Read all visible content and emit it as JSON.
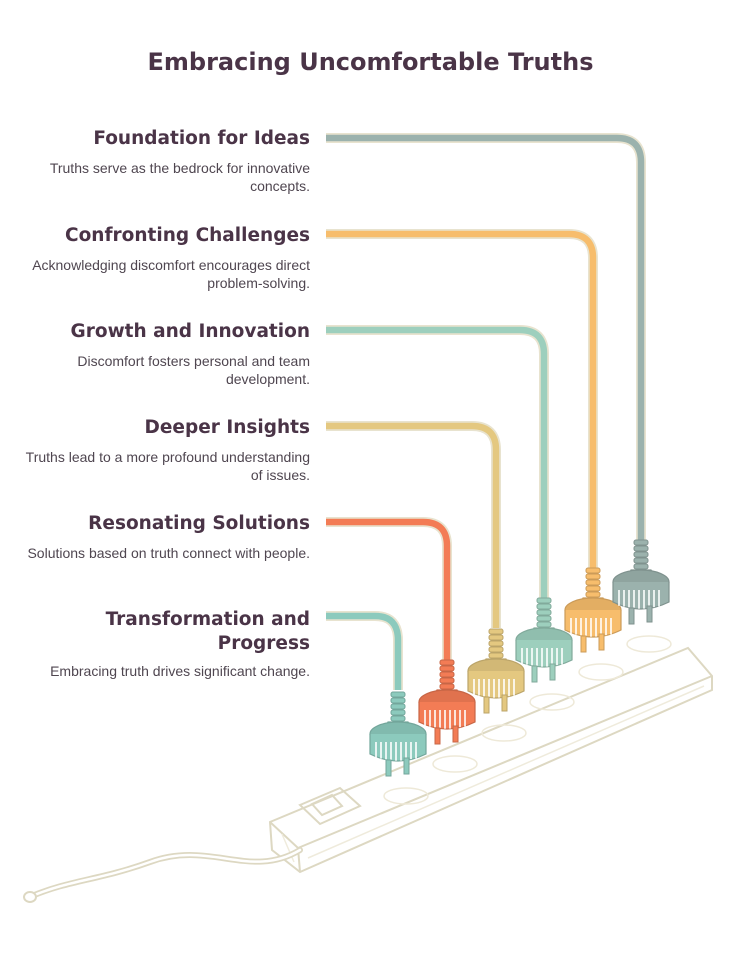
{
  "title": "Embracing Uncomfortable Truths",
  "items": [
    {
      "heading": "Foundation for Ideas",
      "text": "Truths serve as the bedrock for innovative concepts.",
      "color": "#9bb2ad"
    },
    {
      "heading": "Confronting Challenges",
      "text": "Acknowledging discomfort encourages direct problem-solving.",
      "color": "#f7bd6c"
    },
    {
      "heading": "Growth and Innovation",
      "text": "Discomfort fosters personal and team development.",
      "color": "#9dcfbd"
    },
    {
      "heading": "Deeper Insights",
      "text": "Truths lead to a more profound understanding of issues.",
      "color": "#e4c880"
    },
    {
      "heading": "Resonating Solutions",
      "text": "Solutions based on truth connect with people.",
      "color": "#f37c55"
    },
    {
      "heading": "Transformation and Progress",
      "text": "Embracing truth drives significant change.",
      "color": "#8ccabd"
    }
  ],
  "illustration": {
    "strip_color": "#ece8d7",
    "icons": [
      "power-strip-icon",
      "power-plug-icon",
      "power-switch-icon"
    ]
  }
}
